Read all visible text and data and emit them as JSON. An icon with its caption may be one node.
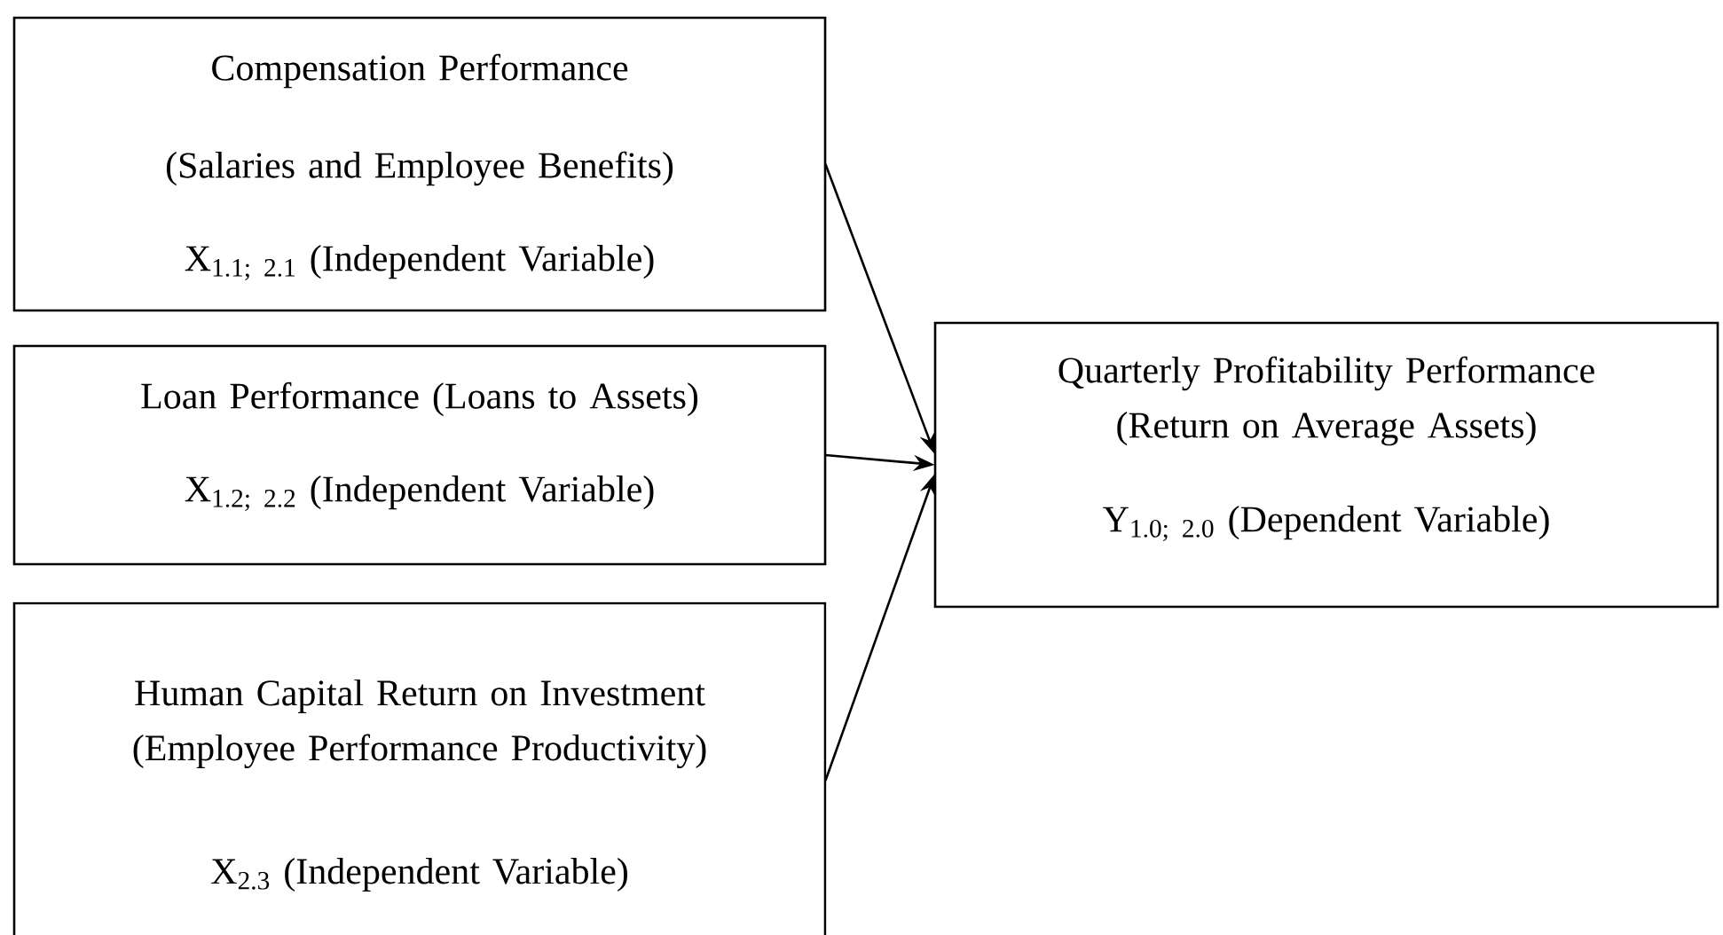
{
  "diagram": {
    "nodes": [
      {
        "text": [
          "Compensation Performance",
          "(Salaries and Employee Benefits)",
          "X$_{1.1; 2.1}$ (Independent Variable)"
        ]
      },
      {
        "text": [
          "Loan Performance (Loans to Assets)",
          "X$_{1.2; 2.2}$ (Independent Variable)"
        ]
      },
      {
        "text": [
          "Human Capital Return on Investment (Employee Performance Productivity)",
          "X$_{2.3}$ (Independent Variable)"
        ]
      },
      {
        "text": [
          "Quarterly Profitability Performance (Return on Average Assets)",
          "Y$_{1.0; 2.0}$ (Dependent Variable)"
        ]
      }
    ],
    "edges": [
      {
        "from": 0,
        "to": 3,
        "arrow": "to"
      },
      {
        "from": 1,
        "to": 3,
        "arrow": "to"
      },
      {
        "from": 2,
        "to": 3,
        "arrow": "to"
      }
    ]
  }
}
